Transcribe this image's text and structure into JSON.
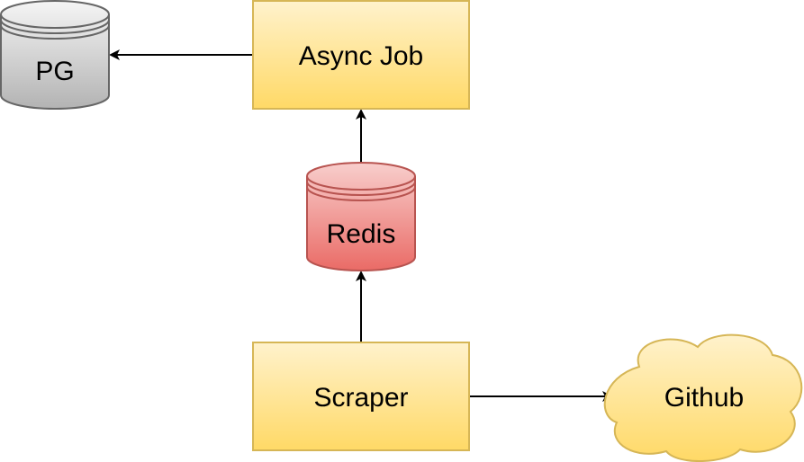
{
  "nodes": {
    "pg": {
      "label": "PG",
      "shape": "database-cylinder",
      "fill": "#e6e6e6",
      "stroke": "#666666"
    },
    "async_job": {
      "label": "Async Job",
      "shape": "box",
      "fill": "#fff2cc",
      "stroke": "#d6b656"
    },
    "redis": {
      "label": "Redis",
      "shape": "database-cylinder",
      "fill": "#f8cecc",
      "stroke": "#b85450"
    },
    "scraper": {
      "label": "Scraper",
      "shape": "box",
      "fill": "#fff2cc",
      "stroke": "#d6b656"
    },
    "github": {
      "label": "Github",
      "shape": "cloud",
      "fill": "#fff2cc",
      "stroke": "#d6b656"
    }
  },
  "edges": [
    {
      "from": "async_job",
      "to": "pg"
    },
    {
      "from": "redis",
      "to": "async_job"
    },
    {
      "from": "scraper",
      "to": "redis"
    },
    {
      "from": "scraper",
      "to": "github"
    }
  ]
}
